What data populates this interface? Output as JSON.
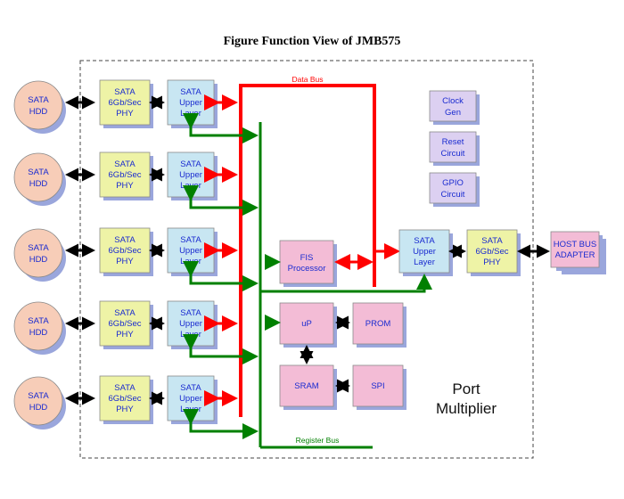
{
  "title": "Figure Function View of JMB575",
  "ports": [
    {
      "hdd": [
        "SATA",
        "HDD"
      ],
      "phy": [
        "SATA",
        "6Gb/Sec",
        "PHY"
      ],
      "upper": [
        "SATA",
        "Upper",
        "Layer"
      ]
    },
    {
      "hdd": [
        "SATA",
        "HDD"
      ],
      "phy": [
        "SATA",
        "6Gb/Sec",
        "PHY"
      ],
      "upper": [
        "SATA",
        "Upper",
        "Layer"
      ]
    },
    {
      "hdd": [
        "SATA",
        "HDD"
      ],
      "phy": [
        "SATA",
        "6Gb/Sec",
        "PHY"
      ],
      "upper": [
        "SATA",
        "Upper",
        "Layer"
      ]
    },
    {
      "hdd": [
        "SATA",
        "HDD"
      ],
      "phy": [
        "SATA",
        "6Gb/Sec",
        "PHY"
      ],
      "upper": [
        "SATA",
        "Upper",
        "Layer"
      ]
    },
    {
      "hdd": [
        "SATA",
        "HDD"
      ],
      "phy": [
        "SATA",
        "6Gb/Sec",
        "PHY"
      ],
      "upper": [
        "SATA",
        "Upper",
        "Layer"
      ]
    }
  ],
  "buses": {
    "data": "Data Bus",
    "register": "Register Bus"
  },
  "fis": [
    "FIS",
    "Processor"
  ],
  "up": "uP",
  "prom": "PROM",
  "sram": "SRAM",
  "spi": "SPI",
  "host_upper": [
    "SATA",
    "Upper",
    "Layer"
  ],
  "host_phy": [
    "SATA",
    "6Gb/Sec",
    "PHY"
  ],
  "host_adapter": [
    "HOST BUS",
    "ADAPTER"
  ],
  "clock": [
    "Clock",
    "Gen"
  ],
  "reset": [
    "Reset",
    "Circuit"
  ],
  "gpio": [
    "GPIO",
    "Circuit"
  ],
  "port_multiplier": [
    "Port",
    "Multiplier"
  ],
  "colors": {
    "data_bus": "#ff0000",
    "register_bus": "#008000",
    "box_text": "#1a2bd0",
    "hdd_fill": "#f7cdb8",
    "phy_fill": "#eef3a6",
    "upper_fill": "#c8e6f2",
    "pink_fill": "#f3bcd6",
    "purple_fill": "#dcd0f1",
    "shadow": "#9aa6dc"
  }
}
